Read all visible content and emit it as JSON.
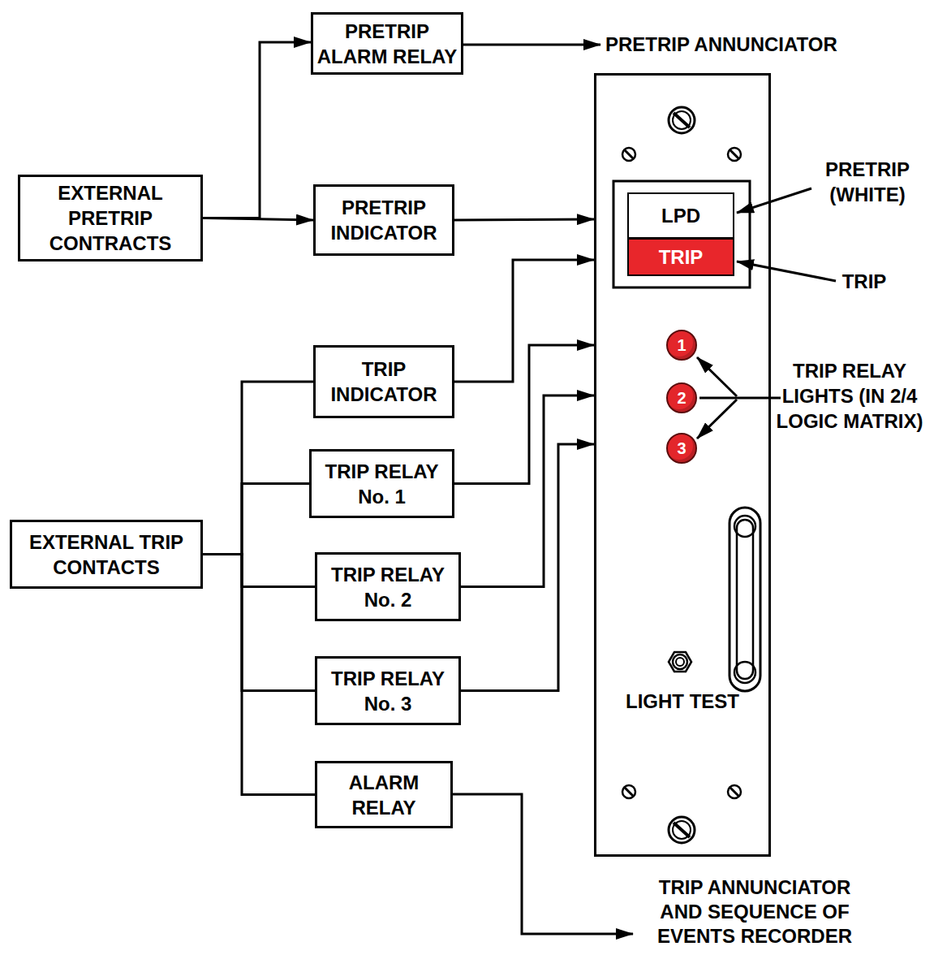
{
  "diagram": {
    "nodes": [
      {
        "text": [
          "PRETRIP ALARM RELAY"
        ]
      },
      {
        "text": [
          "EXTERNAL PRETRIP CONTRACTS"
        ]
      },
      {
        "text": [
          "PRETRIP INDICATOR"
        ]
      },
      {
        "text": [
          "LIGHT TEST"
        ]
      },
      {
        "text": [
          "LPD"
        ],
        "in": 3
      },
      {
        "text": [
          "TRIP"
        ],
        "in": 3
      },
      {
        "text": [
          "1"
        ],
        "in": 3
      },
      {
        "text": [
          "2"
        ],
        "in": 3
      },
      {
        "text": [
          "3"
        ],
        "in": 3
      },
      {
        "text": [
          "TRIP INDICATOR"
        ]
      },
      {
        "text": [
          "TRIP RELAY No. 1"
        ]
      },
      {
        "text": [
          "EXTERNAL TRIP CONTACTS"
        ]
      },
      {
        "text": [
          "TRIP RELAY No. 2"
        ]
      },
      {
        "text": [
          "TRIP RELAY No. 3"
        ]
      },
      {
        "text": [
          "ALARM RELAY"
        ]
      }
    ],
    "edges": [
      {
        "from": 1,
        "to": 0,
        "arrow": "to"
      },
      {
        "from": 1,
        "to": 2,
        "arrow": "to"
      },
      {
        "from": 2,
        "to": 3,
        "arrow": "to"
      },
      {
        "from": 9,
        "to": 3,
        "arrow": "to"
      },
      {
        "from": 10,
        "to": 3,
        "arrow": "to"
      },
      {
        "from": 12,
        "to": 3,
        "arrow": "to"
      },
      {
        "from": 13,
        "to": 3,
        "arrow": "to"
      },
      {
        "from": 11,
        "to": 9,
        "arrow": "none"
      },
      {
        "from": 11,
        "to": 10,
        "arrow": "none"
      },
      {
        "from": 11,
        "to": 12,
        "arrow": "none"
      },
      {
        "from": 11,
        "to": 13,
        "arrow": "none"
      },
      {
        "from": 11,
        "to": 14,
        "arrow": "none"
      }
    ],
    "labels": [
      "PRETRIP ANNUNCIATOR",
      "PRETRIP (WHITE)",
      "TRIP",
      "TRIP RELAY LIGHTS (IN 2/4 LOGIC MATRIX)",
      "TRIP ANNUNCIATOR AND SEQUENCE OF EVENTS RECORDER"
    ]
  }
}
